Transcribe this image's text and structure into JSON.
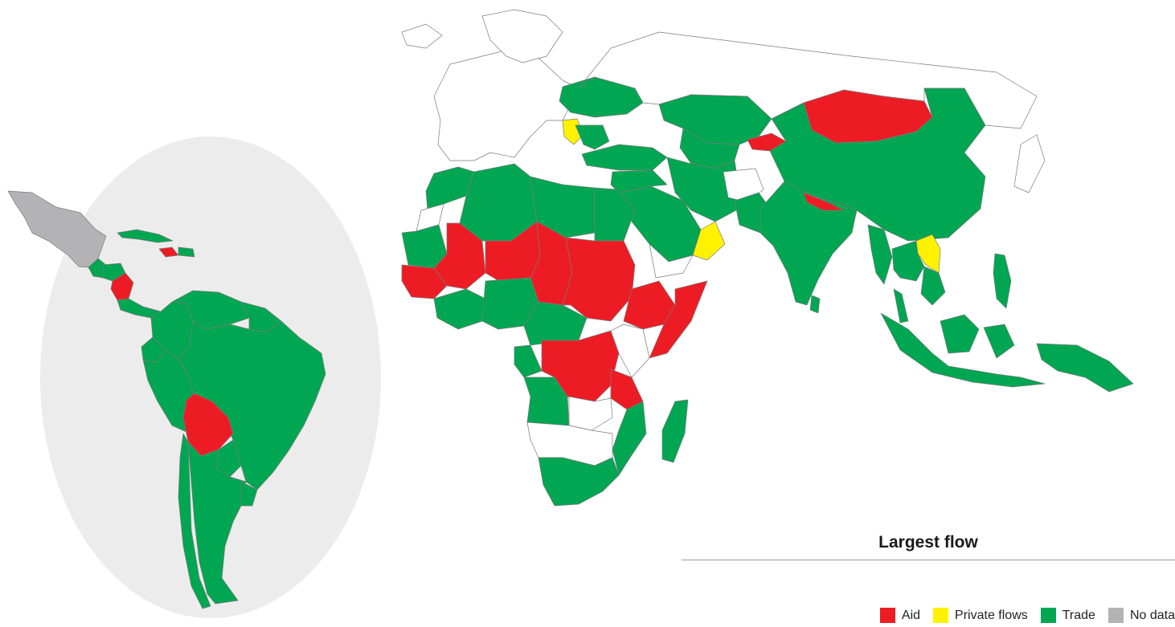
{
  "legend": {
    "title": "Largest flow",
    "items": [
      {
        "key": "aid",
        "label": "Aid",
        "color": "#ed1c24"
      },
      {
        "key": "private",
        "label": "Private flows",
        "color": "#fff200"
      },
      {
        "key": "trade",
        "label": "Trade",
        "color": "#00a651"
      },
      {
        "key": "nodata",
        "label": "No data",
        "color": "#b3b3b5"
      }
    ]
  },
  "colors": {
    "border": "#7a7a7a",
    "highlight_ellipse": "#ececec",
    "unclassified": "#ffffff"
  },
  "regions": [
    {
      "name": "Mexico",
      "flow": "nodata"
    },
    {
      "name": "Guatemala",
      "flow": "trade"
    },
    {
      "name": "Honduras",
      "flow": "trade"
    },
    {
      "name": "Nicaragua",
      "flow": "aid"
    },
    {
      "name": "Haiti",
      "flow": "aid"
    },
    {
      "name": "Cuba",
      "flow": "trade"
    },
    {
      "name": "Colombia",
      "flow": "trade"
    },
    {
      "name": "Venezuela",
      "flow": "trade"
    },
    {
      "name": "Peru",
      "flow": "trade"
    },
    {
      "name": "Brazil",
      "flow": "trade"
    },
    {
      "name": "Bolivia",
      "flow": "aid"
    },
    {
      "name": "Argentina",
      "flow": "trade"
    },
    {
      "name": "Ukraine",
      "flow": "trade"
    },
    {
      "name": "Serbia",
      "flow": "private"
    },
    {
      "name": "Turkey",
      "flow": "trade"
    },
    {
      "name": "Kazakhstan",
      "flow": "trade"
    },
    {
      "name": "Kyrgyzstan",
      "flow": "aid"
    },
    {
      "name": "Mongolia",
      "flow": "aid"
    },
    {
      "name": "China",
      "flow": "trade"
    },
    {
      "name": "Nepal",
      "flow": "aid"
    },
    {
      "name": "India",
      "flow": "trade"
    },
    {
      "name": "Iran",
      "flow": "trade"
    },
    {
      "name": "Saudi Arabia",
      "flow": "trade"
    },
    {
      "name": "Oman",
      "flow": "private"
    },
    {
      "name": "Laos",
      "flow": "private"
    },
    {
      "name": "Thailand",
      "flow": "trade"
    },
    {
      "name": "Indonesia",
      "flow": "trade"
    },
    {
      "name": "Philippines",
      "flow": "trade"
    },
    {
      "name": "Papua New Guinea",
      "flow": "trade"
    },
    {
      "name": "Algeria",
      "flow": "trade"
    },
    {
      "name": "Libya",
      "flow": "trade"
    },
    {
      "name": "Egypt",
      "flow": "trade"
    },
    {
      "name": "Mali",
      "flow": "aid"
    },
    {
      "name": "Niger",
      "flow": "aid"
    },
    {
      "name": "Chad",
      "flow": "aid"
    },
    {
      "name": "Sudan",
      "flow": "aid"
    },
    {
      "name": "Ethiopia",
      "flow": "aid"
    },
    {
      "name": "Somalia",
      "flow": "aid"
    },
    {
      "name": "Nigeria",
      "flow": "trade"
    },
    {
      "name": "DR Congo",
      "flow": "aid"
    },
    {
      "name": "Tanzania",
      "flow": "aid"
    },
    {
      "name": "Kenya",
      "flow": "trade"
    },
    {
      "name": "Angola",
      "flow": "trade"
    },
    {
      "name": "Mozambique",
      "flow": "trade"
    },
    {
      "name": "Madagascar",
      "flow": "trade"
    },
    {
      "name": "South Africa",
      "flow": "trade"
    }
  ]
}
